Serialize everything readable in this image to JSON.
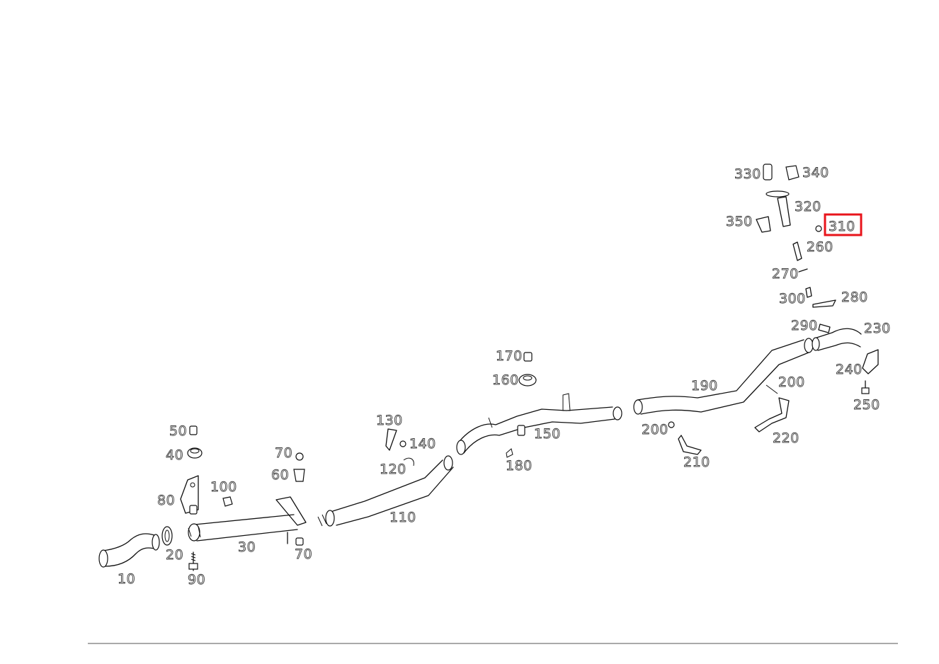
{
  "diagram": {
    "highlight_color": "#e8141b",
    "selected_part": "310",
    "labels": [
      {
        "id": "10",
        "text": "10"
      },
      {
        "id": "20",
        "text": "20"
      },
      {
        "id": "30",
        "text": "30"
      },
      {
        "id": "40",
        "text": "40"
      },
      {
        "id": "50",
        "text": "50"
      },
      {
        "id": "60",
        "text": "60"
      },
      {
        "id": "70a",
        "text": "70"
      },
      {
        "id": "70b",
        "text": "70"
      },
      {
        "id": "80",
        "text": "80"
      },
      {
        "id": "90",
        "text": "90"
      },
      {
        "id": "100",
        "text": "100"
      },
      {
        "id": "110",
        "text": "110"
      },
      {
        "id": "120",
        "text": "120"
      },
      {
        "id": "130",
        "text": "130"
      },
      {
        "id": "140",
        "text": "140"
      },
      {
        "id": "150",
        "text": "150"
      },
      {
        "id": "160",
        "text": "160"
      },
      {
        "id": "170",
        "text": "170"
      },
      {
        "id": "180",
        "text": "180"
      },
      {
        "id": "190",
        "text": "190"
      },
      {
        "id": "200a",
        "text": "200"
      },
      {
        "id": "200b",
        "text": "200"
      },
      {
        "id": "210",
        "text": "210"
      },
      {
        "id": "220",
        "text": "220"
      },
      {
        "id": "230",
        "text": "230"
      },
      {
        "id": "240",
        "text": "240"
      },
      {
        "id": "250",
        "text": "250"
      },
      {
        "id": "260",
        "text": "260"
      },
      {
        "id": "270",
        "text": "270"
      },
      {
        "id": "280",
        "text": "280"
      },
      {
        "id": "290",
        "text": "290"
      },
      {
        "id": "300",
        "text": "300"
      },
      {
        "id": "310",
        "text": "310"
      },
      {
        "id": "320",
        "text": "320"
      },
      {
        "id": "330",
        "text": "330"
      },
      {
        "id": "340",
        "text": "340"
      },
      {
        "id": "350",
        "text": "350"
      }
    ]
  }
}
